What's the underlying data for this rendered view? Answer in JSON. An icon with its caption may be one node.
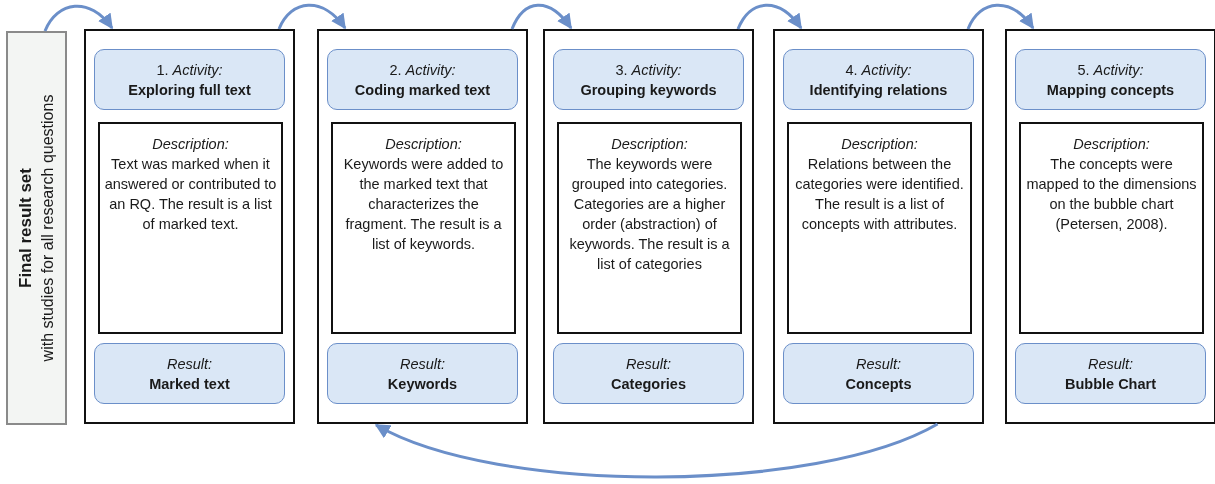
{
  "diagram": {
    "nodes": [
      {
        "text": [
          "Final result set",
          "with studies for all research questions"
        ]
      },
      {
        "text": [],
        "shape": "box"
      },
      {
        "text": [
          "1. *Activity:*",
          "Exploring full text"
        ],
        "in": 1
      },
      {
        "text": [
          "Description:",
          "Text was marked when it answered or contributed to an RQ. The result is a list of marked text."
        ],
        "in": 1
      },
      {
        "text": [
          "Result:",
          "Marked text"
        ],
        "in": 1
      },
      {
        "text": [],
        "shape": "box"
      },
      {
        "text": [
          "2. *Activity:*",
          "Coding marked text"
        ],
        "in": 5
      },
      {
        "text": [
          "Description:",
          "Keywords were added to the marked text that characterizes the fragment. The result is a list of keywords."
        ],
        "in": 5
      },
      {
        "text": [
          "Result:",
          "Keywords"
        ],
        "in": 5
      },
      {
        "text": [],
        "shape": "box"
      },
      {
        "text": [
          "3.  *Activity:*",
          "Grouping keywords"
        ],
        "in": 9
      },
      {
        "text": [
          "Description:",
          "The keywords were grouped into categories. Categories are a higher order (abstraction) of keywords. The result is a list of categories"
        ],
        "in": 9
      },
      {
        "text": [
          "Result:",
          "Categories"
        ],
        "in": 9
      },
      {
        "text": [],
        "shape": "box"
      },
      {
        "text": [
          "4.  *Activity:*",
          "Identifying relations"
        ],
        "in": 13
      },
      {
        "text": [
          "Description:",
          "Relations between the categories were identified. The result is a list of concepts with attributes."
        ],
        "in": 13
      },
      {
        "text": [
          "Result:",
          "Concepts"
        ],
        "in": 13
      },
      {
        "text": [],
        "shape": "box"
      },
      {
        "text": [
          "5.  *Activity:*",
          "Mapping concepts"
        ],
        "in": 17
      },
      {
        "text": [
          "Description:",
          "The concepts were mapped to the dimensions on the bubble chart (Petersen, 2008)."
        ],
        "in": 17
      },
      {
        "text": [
          "Result:",
          "Bubble Chart"
        ],
        "in": 17
      }
    ],
    "edges": [
      {
        "from": 0,
        "to": 1,
        "arrow": "to"
      },
      {
        "from": 1,
        "to": 5,
        "arrow": "to"
      },
      {
        "from": 5,
        "to": 9,
        "arrow": "to"
      },
      {
        "from": 9,
        "to": 13,
        "arrow": "to"
      },
      {
        "from": 13,
        "to": 17,
        "arrow": "to"
      },
      {
        "from": 13,
        "to": 5,
        "arrow": "to"
      }
    ]
  }
}
